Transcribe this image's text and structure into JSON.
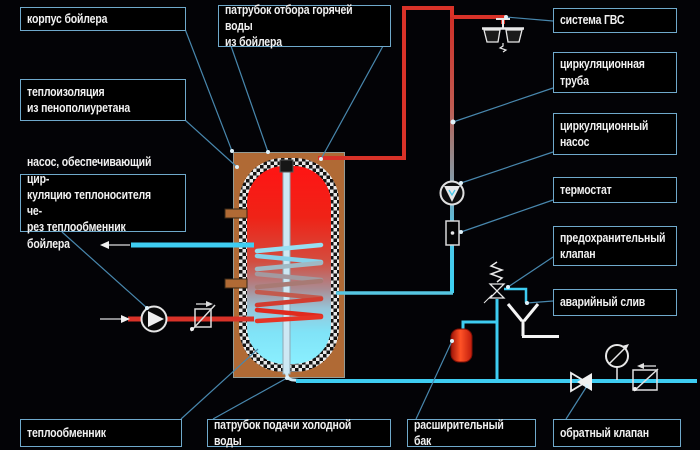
{
  "diagram": {
    "subject": "boiler-indirect-heating-scheme",
    "colors": {
      "background": "#030306",
      "label_border": "#6fa9cb",
      "label_text": "#f1f1f1",
      "leader_line": "#4887ad",
      "hot_pipe": "#d93228",
      "cold_pipe": "#3ecdf2",
      "casing": "#b06a35",
      "tank_hot": "#ff1414",
      "tank_cold": "#8aefff",
      "expansion_tank": "#e8301a",
      "symbol_stroke": "#e8e8e8"
    },
    "labels": {
      "korpus": {
        "text": "корпус бойлера"
      },
      "patrubok_hot": {
        "text": "патрубок отбора горячей воды\nиз бойлера"
      },
      "gvs": {
        "text": "система ГВС"
      },
      "cirk_truba": {
        "text": "циркуляционная\nтруба"
      },
      "cirk_nasos": {
        "text": "циркуляционный\nнасос"
      },
      "termostat": {
        "text": "термостат"
      },
      "pred_klapan": {
        "text": "предохранительный\nклапан"
      },
      "avar_sliv": {
        "text": "аварийный слив"
      },
      "teploizol": {
        "text": "теплоизоляция\nиз пенополиуретана"
      },
      "nasos": {
        "text": "насос, обеспечивающий цир-\nкуляцию теплоносителя че-\nрез теплообменник бойлера"
      },
      "teploobmennik": {
        "text": "теплообменник"
      },
      "patrubok_cold": {
        "text": "патрубок подачи холодной воды"
      },
      "rasshir_bak": {
        "text": "расширительный бак"
      },
      "obratny_klapan": {
        "text": "обратный клапан"
      }
    },
    "icons": [
      "sink-tap-icon",
      "circulation-pump-icon",
      "pump-icon",
      "thermostat-icon",
      "safety-valve-icon",
      "drain-funnel-icon",
      "expansion-tank",
      "pressure-gauge-icon",
      "check-valve-icon",
      "flow-valve-icon",
      "regulator-valve-icon",
      "heat-exchanger-coil",
      "flow-arrow-left",
      "flow-arrow-right"
    ]
  }
}
